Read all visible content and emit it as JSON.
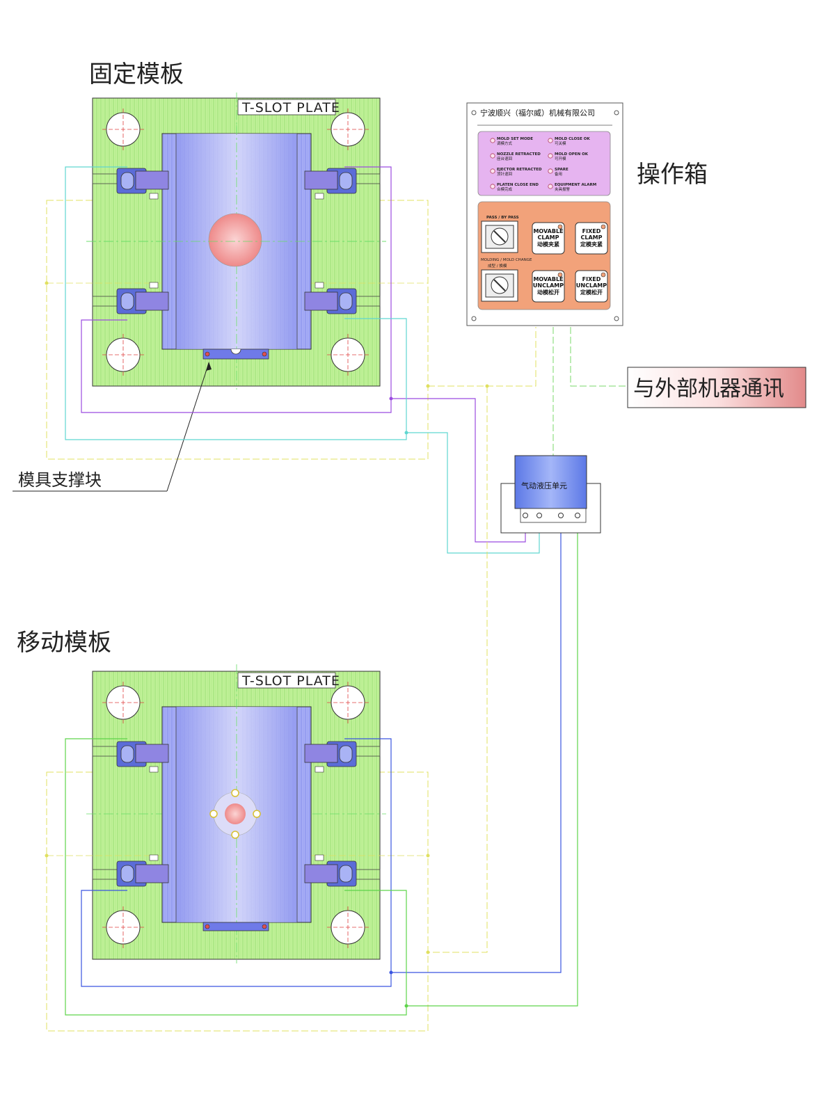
{
  "labels": {
    "fixed_plate": "固定模板",
    "moving_plate": "移动模板",
    "operation_box": "操作箱",
    "external_comm": "与外部机器通讯",
    "mold_support": "模具支撑块",
    "tslot_top": "T-SLOT PLATE",
    "tslot_bottom": "T-SLOT PLATE",
    "hydraulic_unit": "气动液压单元"
  },
  "panel": {
    "company": "宁波顺兴（福尔威）机械有限公司",
    "indicators_left": [
      {
        "en": "MOLD SET MODE",
        "cn": "调模方式"
      },
      {
        "en": "NOZZLE RETRACTED",
        "cn": "座台退回"
      },
      {
        "en": "EJECTOR RETRACTED",
        "cn": "顶针退回"
      },
      {
        "en": "PLATEN CLOSE END",
        "cn": "合模完成"
      }
    ],
    "indicators_right": [
      {
        "en": "MOLD CLOSE OK",
        "cn": "可关模"
      },
      {
        "en": "MOLD OPEN OK",
        "cn": "可开模"
      },
      {
        "en": "SPARE",
        "cn": "备用"
      },
      {
        "en": "EQUIPMENT ALARM",
        "cn": "夹具报警"
      }
    ],
    "switch1_label": "PASS / BY PASS",
    "switch2_label": "MOLDING / MOLD CHANGE",
    "switch2_cn": "成型 / 换模",
    "buttons": [
      {
        "l1": "MOVABLE",
        "l2": "CLAMP",
        "cn": "动模夹紧"
      },
      {
        "l1": "FIXED",
        "l2": "CLAMP",
        "cn": "定模夹紧"
      },
      {
        "l1": "MOVABLE",
        "l2": "UNCLAMP",
        "cn": "动模松开"
      },
      {
        "l1": "FIXED",
        "l2": "UNCLAMP",
        "cn": "定模松开"
      }
    ]
  },
  "colors": {
    "plate_green": "#b8ee8a",
    "mold_blue": "#9aa2f2",
    "panel_pink": "#e6b4f0",
    "panel_orange": "#f2a27a",
    "line_purple": "#9b4be0",
    "line_cyan": "#5fd6d0",
    "line_green": "#5ed44a",
    "line_blue": "#3a55e0",
    "line_yellow": "#e8e870",
    "center_pink": "#f08a8a"
  }
}
